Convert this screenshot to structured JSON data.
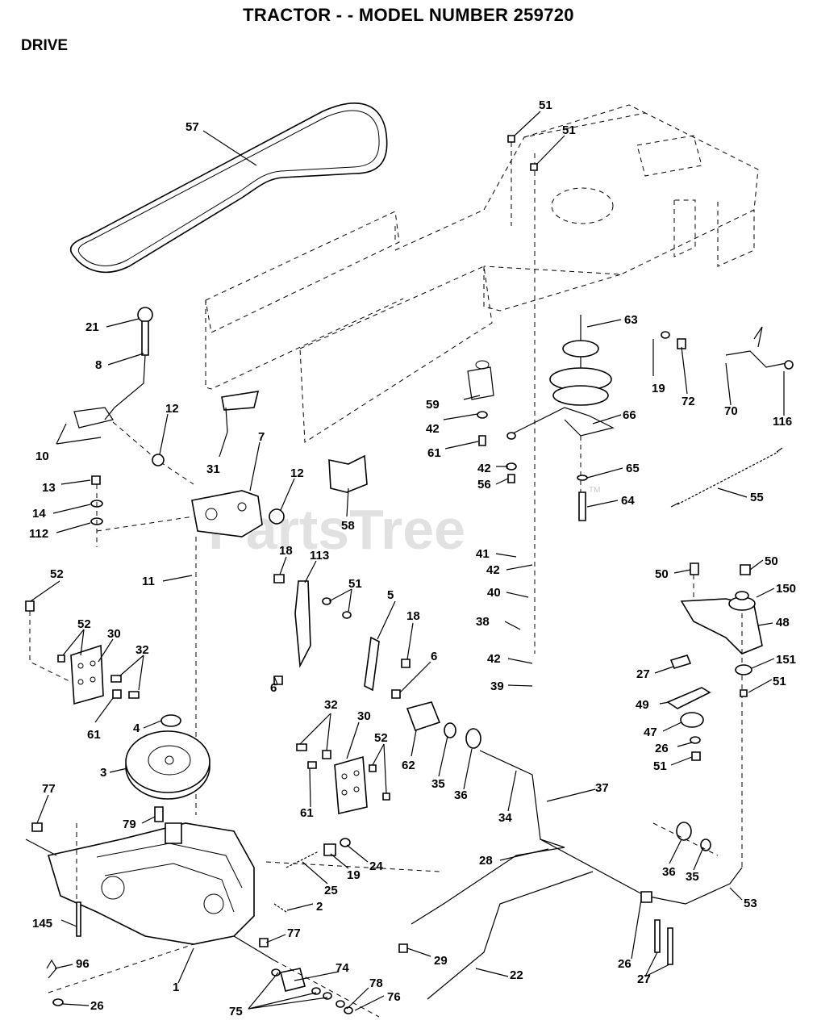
{
  "header": {
    "title": "TRACTOR - - MODEL NUMBER 259720",
    "section": "DRIVE"
  },
  "watermark": {
    "text": "PartsTree",
    "trademark": "TM"
  },
  "callouts": [
    {
      "id": "c57",
      "text": "57"
    },
    {
      "id": "c51a",
      "text": "51"
    },
    {
      "id": "c51b",
      "text": "51"
    },
    {
      "id": "c21",
      "text": "21"
    },
    {
      "id": "c8",
      "text": "8"
    },
    {
      "id": "c63",
      "text": "63"
    },
    {
      "id": "c19a",
      "text": "19"
    },
    {
      "id": "c72",
      "text": "72"
    },
    {
      "id": "c70",
      "text": "70"
    },
    {
      "id": "c116",
      "text": "116"
    },
    {
      "id": "c12a",
      "text": "12"
    },
    {
      "id": "c10",
      "text": "10"
    },
    {
      "id": "c59",
      "text": "59"
    },
    {
      "id": "c42a",
      "text": "42"
    },
    {
      "id": "c61a",
      "text": "61"
    },
    {
      "id": "c66",
      "text": "66"
    },
    {
      "id": "c31",
      "text": "31"
    },
    {
      "id": "c7",
      "text": "7"
    },
    {
      "id": "c12b",
      "text": "12"
    },
    {
      "id": "c42b",
      "text": "42"
    },
    {
      "id": "c56",
      "text": "56"
    },
    {
      "id": "c65",
      "text": "65"
    },
    {
      "id": "c13",
      "text": "13"
    },
    {
      "id": "c14",
      "text": "14"
    },
    {
      "id": "c112",
      "text": "112"
    },
    {
      "id": "c58",
      "text": "58"
    },
    {
      "id": "c55",
      "text": "55"
    },
    {
      "id": "c64",
      "text": "64"
    },
    {
      "id": "c18a",
      "text": "18"
    },
    {
      "id": "c113",
      "text": "113"
    },
    {
      "id": "c41",
      "text": "41"
    },
    {
      "id": "c50a",
      "text": "50"
    },
    {
      "id": "c50b",
      "text": "50"
    },
    {
      "id": "c52a",
      "text": "52"
    },
    {
      "id": "c11",
      "text": "11"
    },
    {
      "id": "c42c",
      "text": "42"
    },
    {
      "id": "c150",
      "text": "150"
    },
    {
      "id": "c51c",
      "text": "51"
    },
    {
      "id": "c5",
      "text": "5"
    },
    {
      "id": "c40",
      "text": "40"
    },
    {
      "id": "c52b",
      "text": "52"
    },
    {
      "id": "c30a",
      "text": "30"
    },
    {
      "id": "c18b",
      "text": "18"
    },
    {
      "id": "c38",
      "text": "38"
    },
    {
      "id": "c48",
      "text": "48"
    },
    {
      "id": "c32a",
      "text": "32"
    },
    {
      "id": "c6a",
      "text": "6"
    },
    {
      "id": "c42d",
      "text": "42"
    },
    {
      "id": "c151",
      "text": "151"
    },
    {
      "id": "c27a",
      "text": "27"
    },
    {
      "id": "c6b",
      "text": "6"
    },
    {
      "id": "c39",
      "text": "39"
    },
    {
      "id": "c51d",
      "text": "51"
    },
    {
      "id": "c61b",
      "text": "61"
    },
    {
      "id": "c4",
      "text": "4"
    },
    {
      "id": "c49",
      "text": "49"
    },
    {
      "id": "c32b",
      "text": "32"
    },
    {
      "id": "c30b",
      "text": "30"
    },
    {
      "id": "c47",
      "text": "47"
    },
    {
      "id": "c52c",
      "text": "52"
    },
    {
      "id": "c26a",
      "text": "26"
    },
    {
      "id": "c3",
      "text": "3"
    },
    {
      "id": "c62",
      "text": "62"
    },
    {
      "id": "c35a",
      "text": "35"
    },
    {
      "id": "c36a",
      "text": "36"
    },
    {
      "id": "c51e",
      "text": "51"
    },
    {
      "id": "c61c",
      "text": "61"
    },
    {
      "id": "c37",
      "text": "37"
    },
    {
      "id": "c77a",
      "text": "77"
    },
    {
      "id": "c34",
      "text": "34"
    },
    {
      "id": "c79",
      "text": "79"
    },
    {
      "id": "c24",
      "text": "24"
    },
    {
      "id": "c28",
      "text": "28"
    },
    {
      "id": "c36b",
      "text": "36"
    },
    {
      "id": "c35b",
      "text": "35"
    },
    {
      "id": "c19b",
      "text": "19"
    },
    {
      "id": "c25",
      "text": "25"
    },
    {
      "id": "c53",
      "text": "53"
    },
    {
      "id": "c2",
      "text": "2"
    },
    {
      "id": "c145",
      "text": "145"
    },
    {
      "id": "c77b",
      "text": "77"
    },
    {
      "id": "c29",
      "text": "29"
    },
    {
      "id": "c26b",
      "text": "26"
    },
    {
      "id": "c96",
      "text": "96"
    },
    {
      "id": "c74",
      "text": "74"
    },
    {
      "id": "c78",
      "text": "78"
    },
    {
      "id": "c22",
      "text": "22"
    },
    {
      "id": "c27b",
      "text": "27"
    },
    {
      "id": "c1",
      "text": "1"
    },
    {
      "id": "c76",
      "text": "76"
    },
    {
      "id": "c26c",
      "text": "26"
    },
    {
      "id": "c75",
      "text": "75"
    }
  ]
}
